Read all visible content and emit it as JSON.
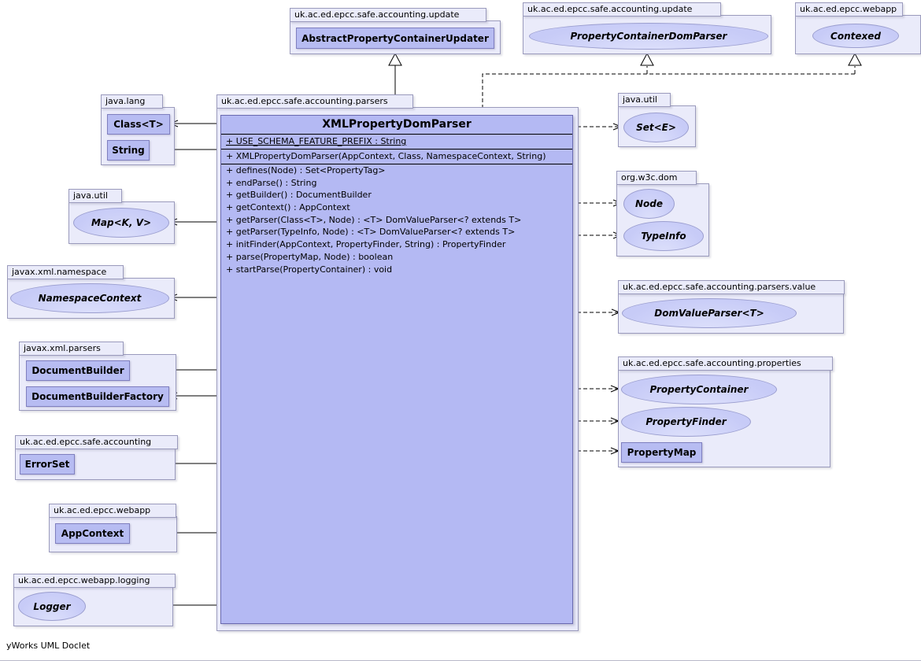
{
  "footer": "yWorks UML Doclet",
  "colors": {
    "package_fill": "#eaebfa",
    "package_border": "#9a9abc",
    "class_fill": "#b7bcf2",
    "class_border": "#7f7fbf",
    "interface_fill": "#c7cbf7",
    "interface_border": "#9b9ecf",
    "main_class_fill": "#b4b9f3"
  },
  "main": {
    "package": "uk.ac.ed.epcc.safe.accounting.parsers",
    "name": "XMLPropertyDomParser",
    "fields": [
      "+ USE_SCHEMA_FEATURE_PREFIX : String"
    ],
    "constructors": [
      "+ XMLPropertyDomParser(AppContext, Class, NamespaceContext, String)"
    ],
    "methods": [
      "+ defines(Node) : Set<PropertyTag>",
      "+ endParse() : String",
      "+ getBuilder() : DocumentBuilder",
      "+ getContext() : AppContext",
      "+ getParser(Class<T>, Node) : <T> DomValueParser<? extends T>",
      "+ getParser(TypeInfo, Node) : <T> DomValueParser<? extends T>",
      "+ initFinder(AppContext, PropertyFinder, String) : PropertyFinder",
      "+ parse(PropertyMap, Node) : boolean",
      "+ startParse(PropertyContainer) : void"
    ]
  },
  "packages": {
    "update_top": {
      "name": "uk.ac.ed.epcc.safe.accounting.update",
      "class_name": "AbstractPropertyContainerUpdater"
    },
    "update_iface": {
      "name": "uk.ac.ed.epcc.safe.accounting.update",
      "interface_name": "PropertyContainerDomParser"
    },
    "webapp_top": {
      "name": "uk.ac.ed.epcc.webapp",
      "interface_name": "Contexed"
    },
    "java_lang": {
      "name": "java.lang",
      "classes": [
        "Class<T>",
        "String"
      ]
    },
    "java_util_map": {
      "name": "java.util",
      "interface_name": "Map<K, V>"
    },
    "javax_xml_namespace": {
      "name": "javax.xml.namespace",
      "interface_name": "NamespaceContext"
    },
    "javax_xml_parsers": {
      "name": "javax.xml.parsers",
      "classes": [
        "DocumentBuilder",
        "DocumentBuilderFactory"
      ]
    },
    "safe_accounting": {
      "name": "uk.ac.ed.epcc.safe.accounting",
      "class_name": "ErrorSet"
    },
    "webapp": {
      "name": "uk.ac.ed.epcc.webapp",
      "class_name": "AppContext"
    },
    "webapp_logging": {
      "name": "uk.ac.ed.epcc.webapp.logging",
      "interface_name": "Logger"
    },
    "java_util_set": {
      "name": "java.util",
      "interface_name": "Set<E>"
    },
    "org_w3c_dom": {
      "name": "org.w3c.dom",
      "interfaces": [
        "Node",
        "TypeInfo"
      ]
    },
    "parsers_value": {
      "name": "uk.ac.ed.epcc.safe.accounting.parsers.value",
      "interface_name": "DomValueParser<T>"
    },
    "properties": {
      "name": "uk.ac.ed.epcc.safe.accounting.properties",
      "interfaces": [
        "PropertyContainer",
        "PropertyFinder"
      ],
      "class_name": "PropertyMap"
    }
  }
}
